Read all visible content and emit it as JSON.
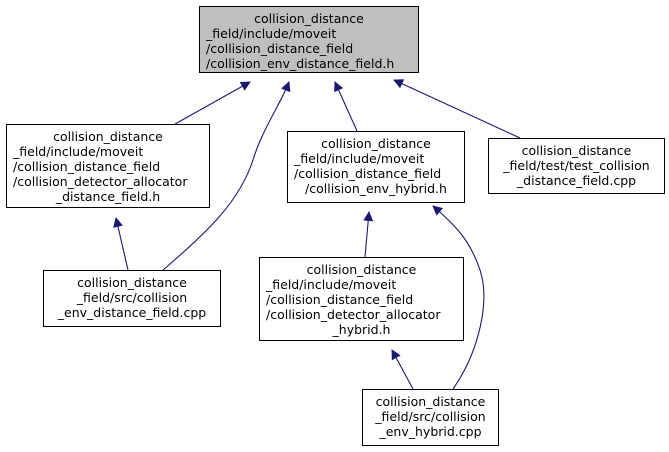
{
  "colors": {
    "edge": "#191970",
    "root_fill": "#bfbfbf",
    "node_fill": "#ffffff",
    "border": "#000000"
  },
  "nodes": {
    "root": {
      "lines": [
        "collision_distance",
        "_field/include/moveit",
        "/collision_distance_field",
        "/collision_env_distance_field.h"
      ]
    },
    "alloc_df": {
      "lines": [
        "collision_distance",
        "_field/include/moveit",
        "/collision_distance_field",
        "/collision_detector_allocator",
        "_distance_field.h"
      ]
    },
    "env_hybrid_h": {
      "lines": [
        "collision_distance",
        "_field/include/moveit",
        "/collision_distance_field",
        "/collision_env_hybrid.h"
      ]
    },
    "test_cpp": {
      "lines": [
        "collision_distance",
        "_field/test/test_collision",
        "_distance_field.cpp"
      ]
    },
    "env_df_cpp": {
      "lines": [
        "collision_distance",
        "_field/src/collision",
        "_env_distance_field.cpp"
      ]
    },
    "alloc_hybrid": {
      "lines": [
        "collision_distance",
        "_field/include/moveit",
        "/collision_distance_field",
        "/collision_detector_allocator",
        "_hybrid.h"
      ]
    },
    "env_hybrid_cpp": {
      "lines": [
        "collision_distance",
        "_field/src/collision",
        "_env_hybrid.cpp"
      ]
    }
  },
  "edges": [
    {
      "from": "alloc_df",
      "to": "root"
    },
    {
      "from": "env_df_cpp",
      "to": "root"
    },
    {
      "from": "env_hybrid_h",
      "to": "root"
    },
    {
      "from": "test_cpp",
      "to": "root"
    },
    {
      "from": "env_df_cpp",
      "to": "alloc_df"
    },
    {
      "from": "alloc_hybrid",
      "to": "env_hybrid_h"
    },
    {
      "from": "env_hybrid_cpp",
      "to": "env_hybrid_h"
    },
    {
      "from": "env_hybrid_cpp",
      "to": "alloc_hybrid"
    }
  ]
}
